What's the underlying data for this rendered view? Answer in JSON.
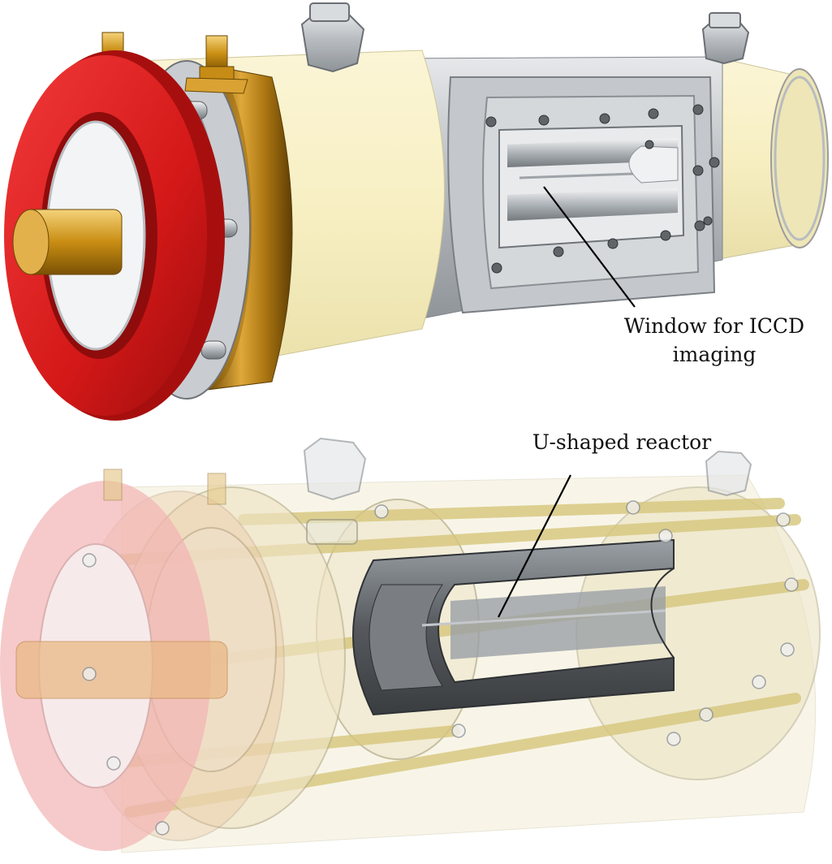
{
  "annotations": {
    "window_label_line1": "Window for ICCD",
    "window_label_line2": "imaging",
    "reactor_label": "U-shaped reactor"
  },
  "colors": {
    "red_ring": "#d81e1e",
    "brass": "#b8860b",
    "cream_body": "#f7efc2",
    "steel": "#b8bcc0",
    "dark_reactor": "#55595d"
  }
}
